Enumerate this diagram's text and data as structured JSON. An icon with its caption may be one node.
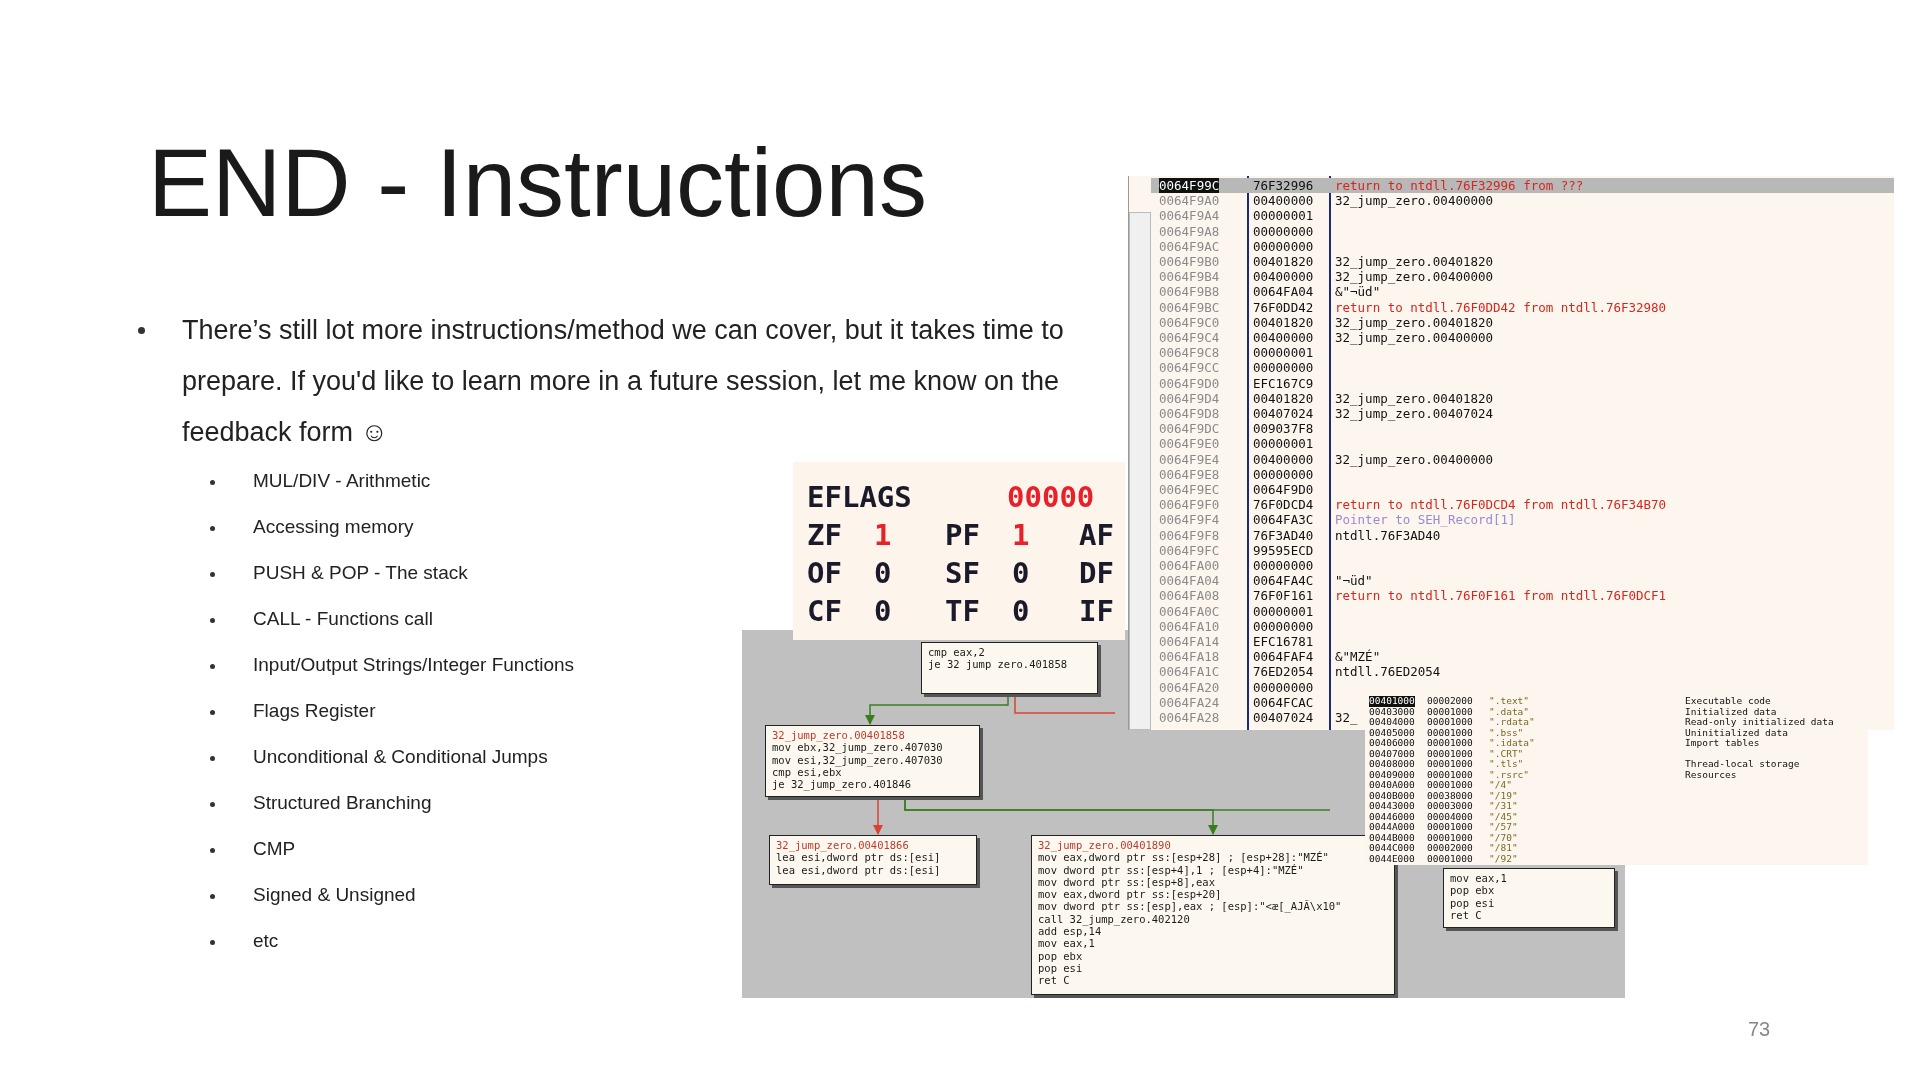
{
  "diagram": {
    "title": "END - Instructions",
    "nodes": [
      {
        "text": [
          "cmp eax,2",
          "je 32 jump zero.401858"
        ]
      },
      {
        "text": [
          "32_jump_zero.00401858",
          "mov ebx,32_jump_zero.407030",
          "mov esi,32_jump_zero.407030",
          "cmp esi,ebx",
          "je 32_jump_zero.401846"
        ]
      },
      {
        "text": [
          "32_jump_zero.00401866",
          "lea esi,dword ptr ds:[esi]",
          "lea esi,dword ptr ds:[esi]"
        ]
      },
      {
        "text": [
          "32_jump_zero.00401890",
          "mov eax,dword ptr ss:[esp+28] ; [esp+28]:\"MZÉ\"",
          "mov dword ptr ss:[esp+4],1 ; [esp+4]:\"MZÉ\"",
          "mov dword ptr ss:[esp+8],eax",
          "mov eax,dword ptr ss:[esp+20]",
          "mov dword ptr ss:[esp],eax ; [esp]:\"<æ[_AJÃ\\x10\"",
          "call 32_jump_zero.402120",
          "add esp,14",
          "mov eax,1",
          "pop ebx",
          "pop esi",
          "ret C"
        ]
      },
      {
        "text": [
          "mov eax,1",
          "pop ebx",
          "pop esi",
          "ret C"
        ]
      }
    ],
    "edges": [
      {
        "from": 0,
        "to": 1,
        "arrow": "to",
        "color": "#3a7d1e"
      },
      {
        "from": 0,
        "to": null,
        "arrow": "none",
        "color": "#d9432f"
      },
      {
        "from": 1,
        "to": 2,
        "arrow": "to",
        "color": "#d9432f"
      },
      {
        "from": 1,
        "to": 3,
        "arrow": "to",
        "color": "#3a7d1e"
      },
      {
        "from": 1,
        "to": null,
        "arrow": "none",
        "color": "#3a7d1e"
      }
    ],
    "labels": [
      "There’s still lot more instructions/method we can cover, but it takes time to prepare. If you'd like to learn more in a future session, let me know on the feedback form ☺",
      "MUL/DIV - Arithmetic",
      "Accessing memory",
      "PUSH & POP - The stack",
      "CALL - Functions call",
      "Input/Output Strings/Integer Functions",
      "Flags Register",
      "Unconditional & Conditional Jumps",
      "Structured Branching",
      "CMP",
      "Signed & Unsigned",
      "etc",
      "73",
      "EFLAGS",
      "00000",
      "ZF",
      "1",
      "PF",
      "1",
      "AF",
      "OF",
      "0",
      "SF",
      "0",
      "DF",
      "CF",
      "0",
      "TF",
      "0",
      "IF",
      "0064F99C",
      "76F32996",
      "return to ntdll.76F32996 from ???",
      "0064F9A0",
      "00400000",
      "32_jump_zero.00400000",
      "0064F9A4",
      "00000001",
      "0064F9A8",
      "00000000",
      "0064F9AC",
      "00000000",
      "0064F9B0",
      "00401820",
      "32_jump_zero.00401820",
      "0064F9B4",
      "00400000",
      "32_jump_zero.00400000",
      "0064F9B8",
      "0064FA04",
      "&\"¬üd\"",
      "0064F9BC",
      "76F0DD42",
      "return to ntdll.76F0DD42 from ntdll.76F32980",
      "0064F9C0",
      "00401820",
      "32_jump_zero.00401820",
      "0064F9C4",
      "00400000",
      "32_jump_zero.00400000",
      "0064F9C8",
      "00000001",
      "0064F9CC",
      "00000000",
      "0064F9D0",
      "EFC167C9",
      "0064F9D4",
      "00401820",
      "32_jump_zero.00401820",
      "0064F9D8",
      "00407024",
      "32_jump_zero.00407024",
      "0064F9DC",
      "009037F8",
      "0064F9E0",
      "00000001",
      "0064F9E4",
      "00400000",
      "32_jump_zero.00400000",
      "0064F9E8",
      "00000000",
      "0064F9EC",
      "0064F9D0",
      "0064F9F0",
      "76F0DCD4",
      "return to ntdll.76F0DCD4 from ntdll.76F34B70",
      "0064F9F4",
      "0064FA3C",
      "Pointer to SEH_Record[1]",
      "0064F9F8",
      "76F3AD40",
      "ntdll.76F3AD40",
      "0064F9FC",
      "99595ECD",
      "0064FA00",
      "00000000",
      "0064FA04",
      "0064FA4C",
      "\"¬üd\"",
      "0064FA08",
      "76F0F161",
      "return to ntdll.76F0F161 from ntdll.76F0DCF1",
      "0064FA0C",
      "00000001",
      "0064FA10",
      "00000000",
      "0064FA14",
      "EFC16781",
      "0064FA18",
      "0064FAF4",
      "&\"MZÉ\"",
      "0064FA1C",
      "76ED2054",
      "ntdll.76ED2054",
      "0064FA20",
      "00000000",
      "0064FA24",
      "0064FCAC",
      "0064FA28",
      "00407024",
      "32_",
      "00401000",
      "00002000",
      "\".text\"",
      "Executable code",
      "00403000",
      "00001000",
      "\".data\"",
      "Initialized data",
      "00404000",
      "00001000",
      "\".rdata\"",
      "Read-only initialized data",
      "00405000",
      "00001000",
      "\".bss\"",
      "Uninitialized data",
      "00406000",
      "00001000",
      "\".idata\"",
      "Import tables",
      "00407000",
      "00001000",
      "\".CRT\"",
      "00408000",
      "00001000",
      "\".tls\"",
      "Thread-local storage",
      "00409000",
      "00001000",
      "\".rsrc\"",
      "Resources",
      "0040A000",
      "00001000",
      "\"/4\"",
      "0040B000",
      "00038000",
      "\"/19\"",
      "00443000",
      "00003000",
      "\"/31\"",
      "00446000",
      "00004000",
      "\"/45\"",
      "0044A000",
      "00001000",
      "\"/57\"",
      "0044B000",
      "00001000",
      "\"/70\"",
      "0044C000",
      "00002000",
      "\"/81\"",
      "0044E000",
      "00001000",
      "\"/92\""
    ]
  }
}
